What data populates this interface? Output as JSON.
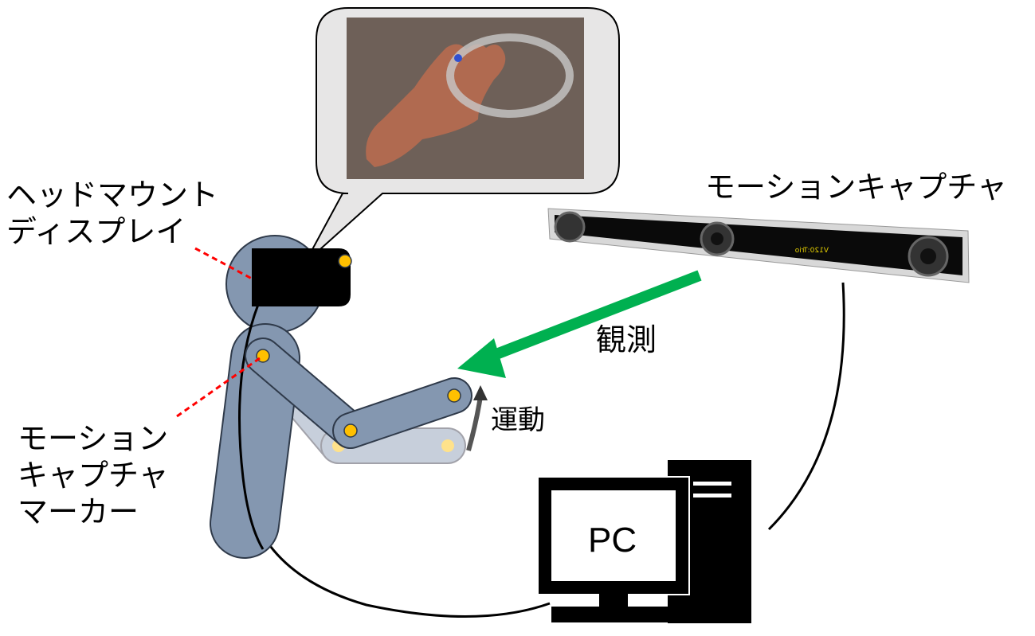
{
  "labels": {
    "hmd": [
      "ヘッドマウント",
      "ディスプレイ"
    ],
    "marker": [
      "モーション",
      "キャプチャ",
      "マーカー"
    ],
    "mocap": "モーションキャプチャ",
    "observe": "観測",
    "motion": "運動",
    "pc": "PC"
  },
  "device_display_text": "V120:Trio",
  "colors": {
    "body": "#8497b0",
    "marker": "#ffc000",
    "arrow": "#00b050",
    "leader": "#ff0000",
    "bubble": "#e7e6e6"
  }
}
